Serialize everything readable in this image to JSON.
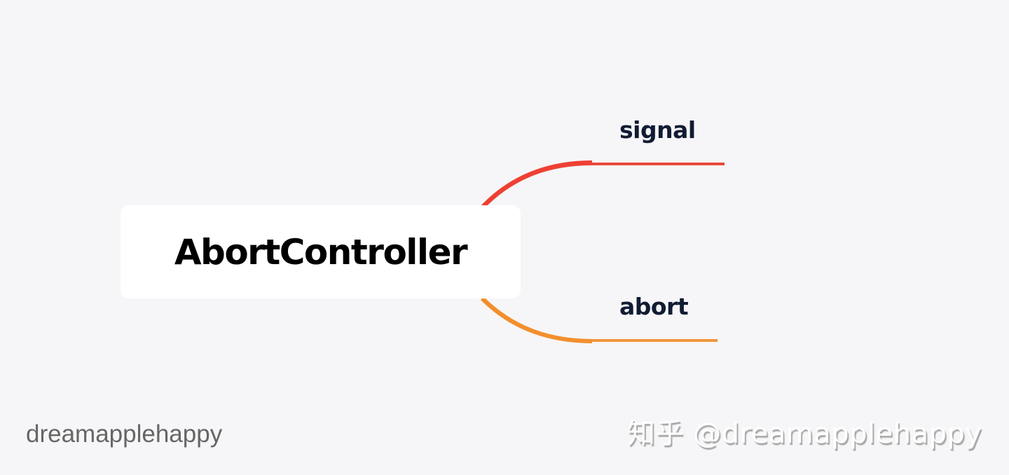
{
  "mindmap": {
    "root": {
      "label": "AbortController"
    },
    "children": [
      {
        "label": "signal",
        "color": "#e84a3c"
      },
      {
        "label": "abort",
        "color": "#f0953a"
      }
    ]
  },
  "footer": {
    "author": "dreamapplehappy",
    "watermark": "知乎 @dreamapplehappy"
  },
  "colors": {
    "background": "#f6f6f8",
    "root_fill": "#ffffff",
    "root_text": "#000000",
    "child_text": "#111c33",
    "author_text": "#666666"
  }
}
